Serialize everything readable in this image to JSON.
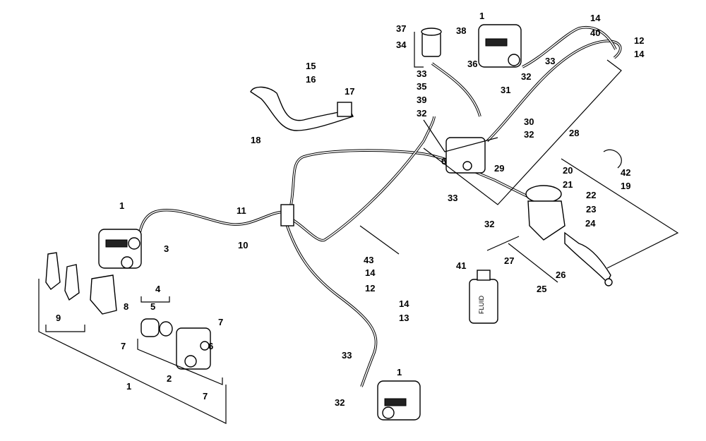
{
  "diagram": {
    "callouts": [
      "1",
      "37",
      "38",
      "34",
      "14",
      "40",
      "12",
      "14",
      "33",
      "36",
      "32",
      "33",
      "35",
      "39",
      "32",
      "31",
      "15",
      "16",
      "17",
      "18",
      "30",
      "32",
      "28",
      "6",
      "29",
      "42",
      "19",
      "20",
      "21",
      "22",
      "23",
      "24",
      "33",
      "32",
      "11",
      "10",
      "1",
      "3",
      "43",
      "14",
      "12",
      "27",
      "41",
      "26",
      "25",
      "4",
      "5",
      "8",
      "9",
      "7",
      "14",
      "13",
      "7",
      "6",
      "2",
      "1",
      "7",
      "33",
      "1",
      "32"
    ],
    "bottle_label": "FLUID"
  }
}
